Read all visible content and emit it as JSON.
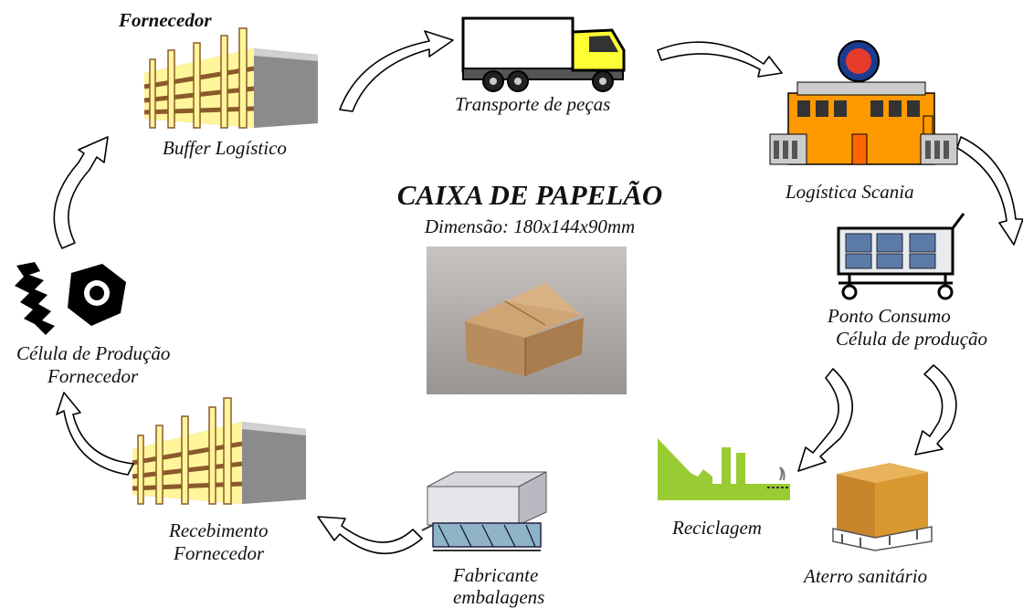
{
  "title": "CAIXA DE PAPELÃO",
  "subtitle": "Dimensão: 180x144x90mm",
  "nodes": {
    "supplier_heading": "Fornecedor",
    "buffer": "Buffer Logístico",
    "transport": "Transporte de  peças",
    "scania": "Logística Scania",
    "consumption_1": "Ponto Consumo",
    "consumption_2": "Célula de produção",
    "recycling": "Reciclagem",
    "landfill": "Aterro sanitário",
    "packaging_1": "Fabricante",
    "packaging_2": "embalagens",
    "receiving_1": "Recebimento",
    "receiving_2": "Fornecedor",
    "production_1": "Célula de Produção",
    "production_2": "Fornecedor"
  },
  "colors": {
    "building_yellow": "#fff59a",
    "building_brown": "#8b5a2b",
    "building_gray": "#b5b5b5",
    "truck_yellow": "#ffff33",
    "factory_green": "#99cc33",
    "cardboard": "#c89a63",
    "scania_orange": "#ff9900"
  },
  "icons": [
    "warehouse-icon",
    "truck-icon",
    "scania-factory-icon",
    "shopping-cart-icon",
    "recycling-factory-icon",
    "landfill-box-icon",
    "packaging-factory-icon",
    "screw-nut-icon",
    "cardboard-box-photo",
    "curved-arrow-icon"
  ]
}
